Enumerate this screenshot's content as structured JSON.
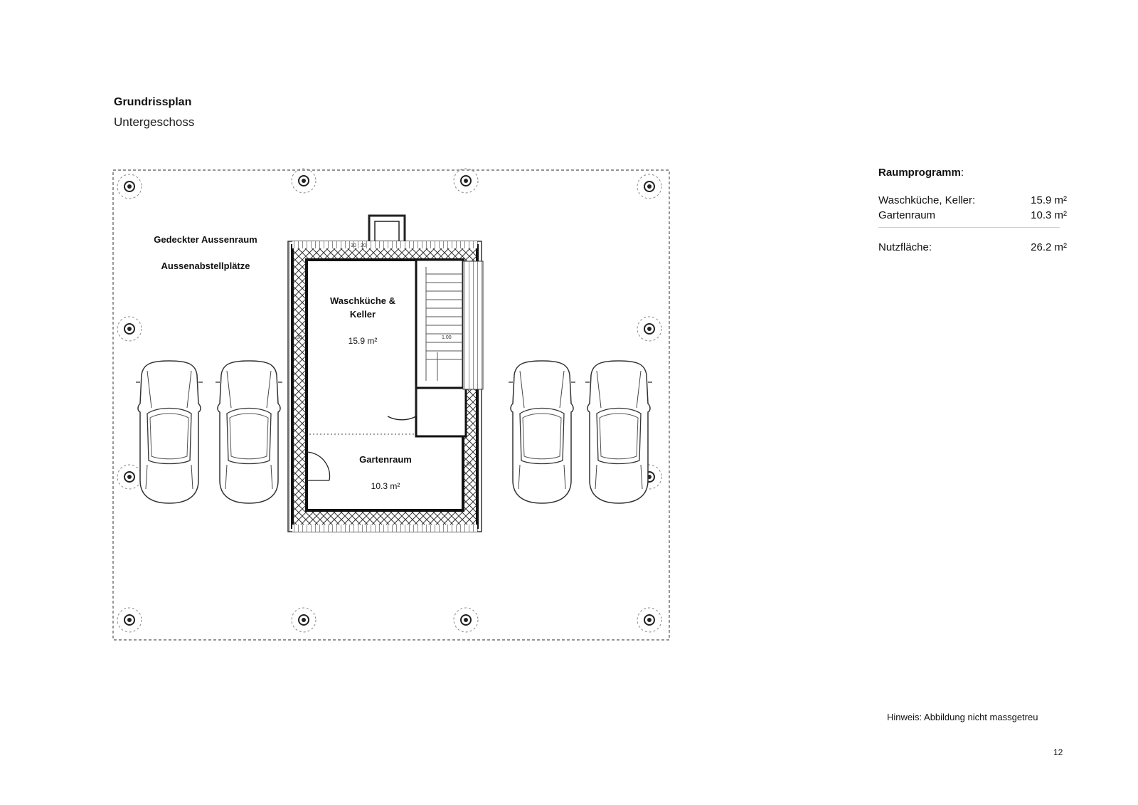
{
  "header": {
    "title": "Grundrissplan",
    "subtitle": "Untergeschoss"
  },
  "plan": {
    "outdoor": {
      "label_covered": "Gedeckter Aussenraum",
      "label_parking": "Aussenabstellplätze"
    },
    "rooms": [
      {
        "name_line1": "Waschküche &",
        "name_line2": "Keller",
        "area": "15.9 m²"
      },
      {
        "name": "Gartenraum",
        "area": "10.3 m²"
      }
    ],
    "dims": {
      "a": "30",
      "b": "20",
      "c": "1.00"
    }
  },
  "raumprogramm": {
    "heading": "Raumprogramm",
    "colon": ":",
    "rows": [
      {
        "label": "Waschküche, Keller:",
        "value": "15.9 m²"
      },
      {
        "label": "Gartenraum",
        "value": "10.3 m²"
      }
    ],
    "total": {
      "label": "Nutzfläche:",
      "value": "26.2 m²"
    }
  },
  "note": "Hinweis: Abbildung nicht massgetreu",
  "page_number": "12"
}
